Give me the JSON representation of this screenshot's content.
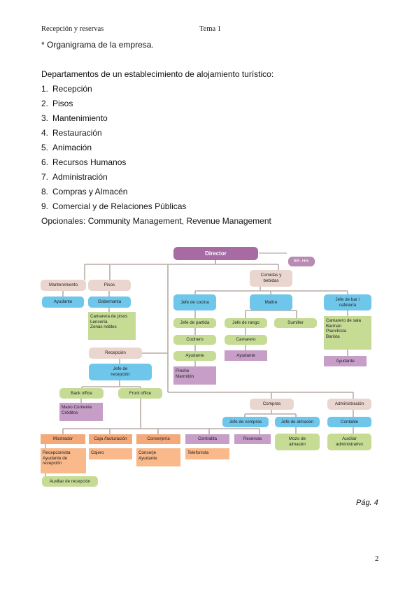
{
  "header": {
    "left": "Recepción y reservas",
    "center": "Tema 1"
  },
  "intro": "* Organigrama de la empresa.",
  "departments_heading": "Departamentos de un establecimiento de alojamiento turístico:",
  "departments": [
    {
      "num": "1.",
      "label": "Recepción"
    },
    {
      "num": "2.",
      "label": "Pisos"
    },
    {
      "num": "3.",
      "label": "Mantenimiento"
    },
    {
      "num": "4.",
      "label": "Restauración"
    },
    {
      "num": "5.",
      "label": "Animación"
    },
    {
      "num": "6.",
      "label": "Recursos Humanos"
    },
    {
      "num": "7.",
      "label": "Administración"
    },
    {
      "num": "8.",
      "label": "Compras y Almacén"
    },
    {
      "num": "9.",
      "label": "Comercial y de Relaciones Públicas"
    }
  ],
  "optional_line": "Opcionales: Community Management, Revenue Management",
  "org": {
    "director": "Director",
    "rrhh": "RR. HH.",
    "mantenimiento": "Mantenimiento",
    "ayudante_mant": "Ayudante",
    "pisos": "Pisos",
    "gobernanta": "Gobernanta",
    "pisos_staff": [
      "Camarera de pisos",
      "Lencería",
      "Zonas nobles"
    ],
    "recepcion": "Recepción",
    "jefe_recepcion": [
      "Jefe de",
      "recepción"
    ],
    "back_office": "Back office",
    "front_office": "Front office",
    "back_office_staff": [
      "Mano Corriente",
      "Créditos"
    ],
    "mostrador": "Mostrador",
    "caja": "Caja /facturación",
    "conserjeria": "Conserjería",
    "centralita": "Centralita",
    "reservas": "Reservas",
    "mostrador_staff": [
      "Recepcionista",
      "Ayudante de",
      "recepción"
    ],
    "cajero": "Cajero",
    "conserjeria_staff": [
      "Conserje",
      "Ayudante"
    ],
    "telefonista": "Telefonista",
    "auxiliar_recepcion": "Auxiliar de recepción",
    "comidas": [
      "Comidas y",
      "bebidas"
    ],
    "jefe_cocina": "Jefe de cocina",
    "maitre": "Maître",
    "jefe_bar": [
      "Jefe de bar /",
      "cafetería"
    ],
    "jefe_partida": "Jefe de partida",
    "codnero": "Codnero",
    "ayudante_cocina": "Ayudante",
    "cocina_staff": [
      "Pinche",
      "Marmitón"
    ],
    "jefe_rango": "Jefe de rango",
    "sumiller": "Sumiller",
    "camarero": "Camarero",
    "ayudante_maitre": "Ayudante",
    "bar_staff": [
      "Camarero de sala",
      "Barman",
      "Planchista",
      "Barista"
    ],
    "ayudante_bar": "Ayudante",
    "compras": "Compras",
    "jefe_compras": "Jefe de compras",
    "jefe_almacen": "Jefe de almacén",
    "mozo_almacen": [
      "Mozo de",
      "almacén"
    ],
    "administracion": "Administración",
    "contable": "Contable",
    "auxiliar_admin": [
      "Auxiliar",
      "administrativo"
    ]
  },
  "page_ref": "Pág. 4",
  "page_number": "2"
}
